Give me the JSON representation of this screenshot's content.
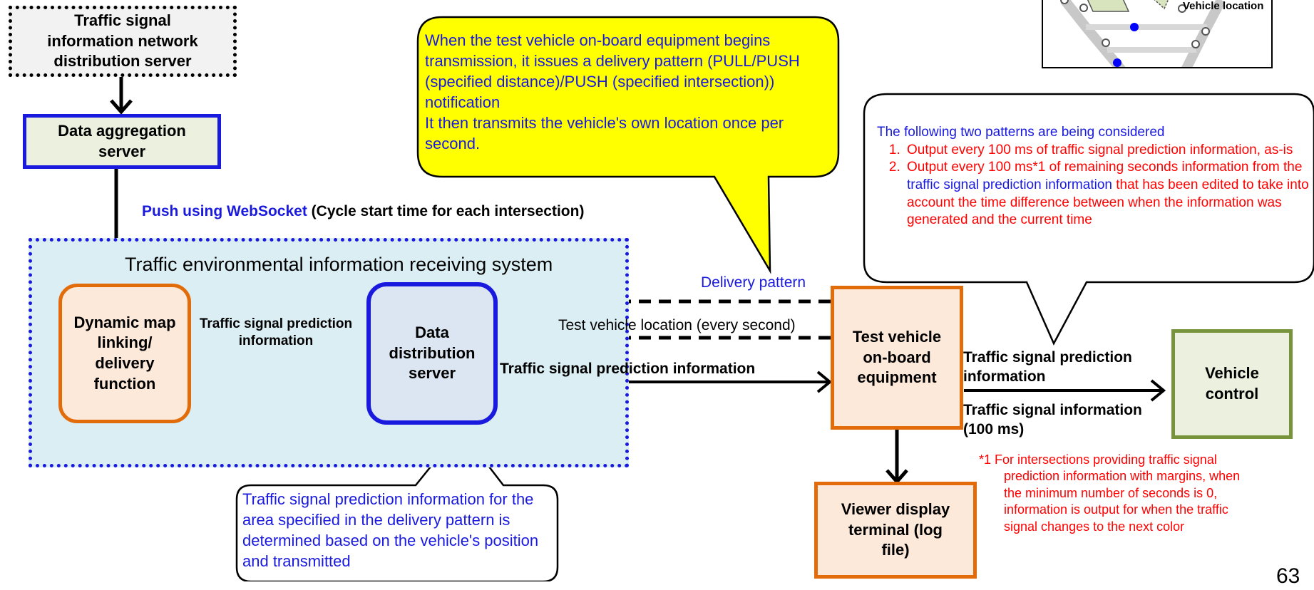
{
  "boxes": {
    "network_server": "Traffic signal information network distribution server",
    "aggregation_server": "Data aggregation server",
    "receiving_system": "Traffic environmental information receiving system",
    "dynamic_map": "Dynamic map linking/ delivery function",
    "data_distribution": "Data distribution server",
    "test_vehicle": "Test vehicle on-board equipment",
    "vehicle_control": "Vehicle control",
    "viewer": "Viewer display terminal (log file)"
  },
  "labels": {
    "push_ws_bold": "Push using WebSocket",
    "push_ws_rest": " (Cycle start time for each intersection)",
    "tsp_info_dm": "Traffic signal prediction information",
    "delivery_pattern": "Delivery pattern",
    "vehicle_location": "Test vehicle location (every second)",
    "tsp_info_dds": "Traffic signal prediction information",
    "tsp_info_vehicle": "Traffic signal prediction information",
    "ts_info_100ms": "Traffic signal information (100 ms)",
    "map_legend": "Vehicle location",
    "page_number": "63"
  },
  "callouts": {
    "yellow": "When the test vehicle on-board equipment begins transmission, it issues a delivery pattern (PULL/PUSH (specified distance)/PUSH (specified intersection)) notification\nIt then transmits the vehicle's own location once per second.",
    "bottom": "Traffic signal prediction information for the area specified in the delivery pattern is determined based on the vehicle's position and transmitted",
    "right_intro": "The following two patterns are being considered",
    "right_item1": "Output every 100 ms of traffic signal prediction information, as-is",
    "right_item2_a": "Output every 100 ms*1 of remaining seconds information from the ",
    "right_item2_b": "traffic signal prediction information",
    "right_item2_c": " that has been edited to take into account the time difference between when the information was generated and the current time"
  },
  "footnote": "*1 For intersections providing traffic signal prediction information with margins, when the minimum number of seconds is 0, information is output for when the traffic signal changes to the next color",
  "colors": {
    "blue_border": "#1a1adf",
    "orange_border": "#e36c0a",
    "green_border": "#77933c",
    "callout_yellow": "#ffff00",
    "system_fill": "#dbeef3",
    "red_text": "#ff0000",
    "blue_text": "#1a1adf"
  }
}
